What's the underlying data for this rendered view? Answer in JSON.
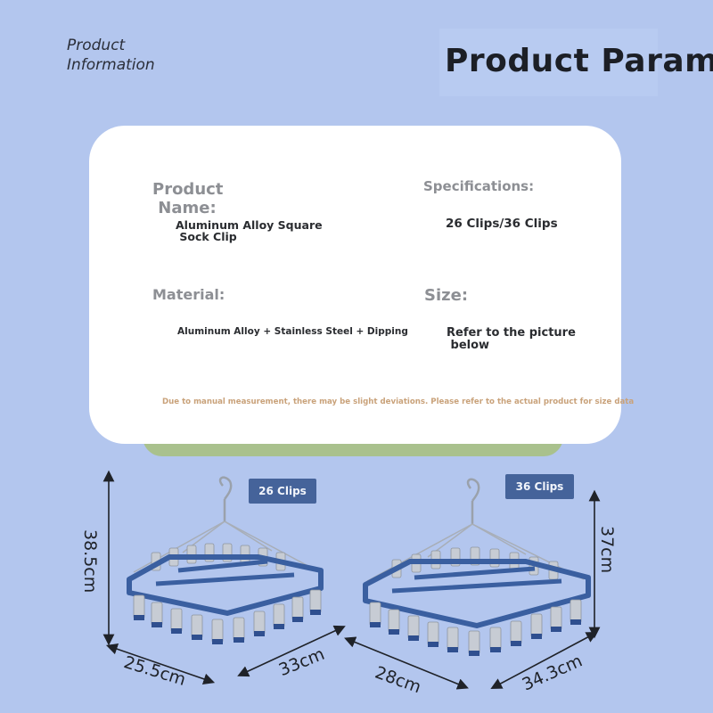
{
  "header": {
    "corner_label": "Product\nInformation",
    "title": "Product Param"
  },
  "card": {
    "product_name_label": "Product\n Name:",
    "product_name_value": "Aluminum Alloy Square\n Sock Clip",
    "specifications_label": "Specifications:",
    "specifications_value": "26 Clips/36 Clips",
    "material_label": "Material:",
    "material_value": "Aluminum Alloy + Stainless Steel + Dipping",
    "size_label": "Size:",
    "size_value": "Refer to the picture\n below",
    "note": "Due to manual measurement, there may be slight deviations. Please refer to the actual product for size data"
  },
  "products": [
    {
      "tag": "26 Clips",
      "height": "38.5cm",
      "width": "25.5cm",
      "depth": "33cm"
    },
    {
      "tag": "36 Clips",
      "height": "37cm",
      "width": "28cm",
      "depth": "34.3cm"
    }
  ],
  "colors": {
    "background": "#b3c6ee",
    "frame": "#3a5fa0",
    "clip_metal": "#c7ccd4",
    "clip_tip": "#2f4f8f",
    "tag": "#45639a",
    "note": "#c9a27a",
    "green_strip": "#a9c18d"
  }
}
